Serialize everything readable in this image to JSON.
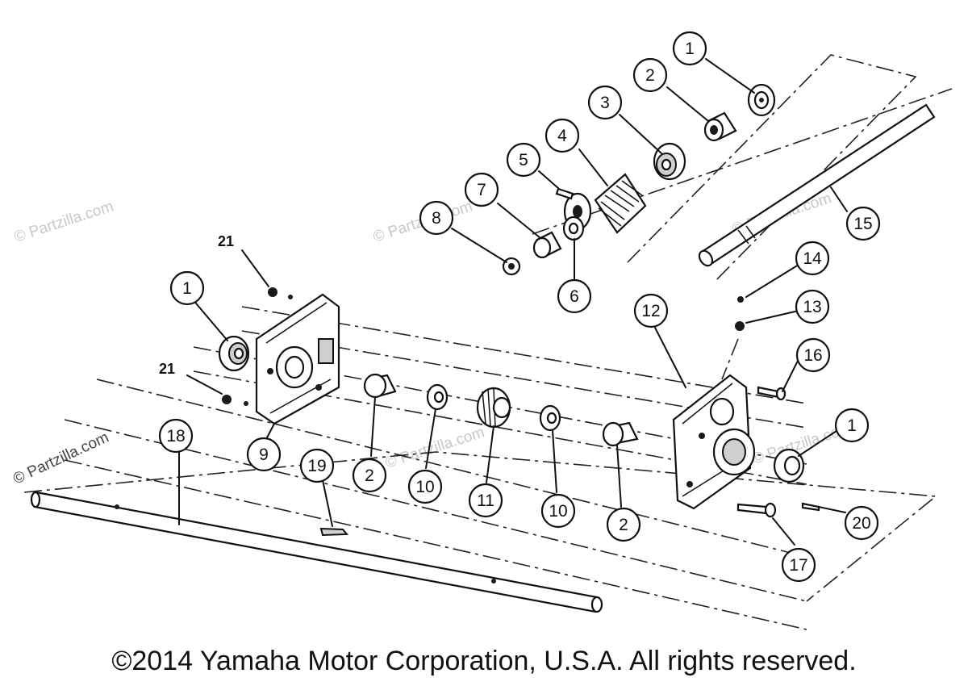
{
  "diagram": {
    "callouts": {
      "c1a": "1",
      "c2a": "2",
      "c3": "3",
      "c4": "4",
      "c5": "5",
      "c7": "7",
      "c8": "8",
      "c6": "6",
      "c15": "15",
      "c14": "14",
      "c13": "13",
      "c12": "12",
      "c16": "16",
      "c1b": "1",
      "c1c": "1",
      "c9": "9",
      "c18": "18",
      "c19": "19",
      "c2b": "2",
      "c10a": "10",
      "c11": "11",
      "c10b": "10",
      "c2c": "2",
      "c20": "20",
      "c17": "17"
    },
    "labels_21": [
      "21",
      "21"
    ],
    "watermarks": [
      "© Partzilla.com",
      "© Partzilla.com",
      "© Partzilla.com",
      "© Partzilla.com",
      "© Partzilla.com",
      "© Partzilla.com"
    ]
  },
  "copyright": "©2014 Yamaha Motor Corporation, U.S.A. All rights reserved."
}
